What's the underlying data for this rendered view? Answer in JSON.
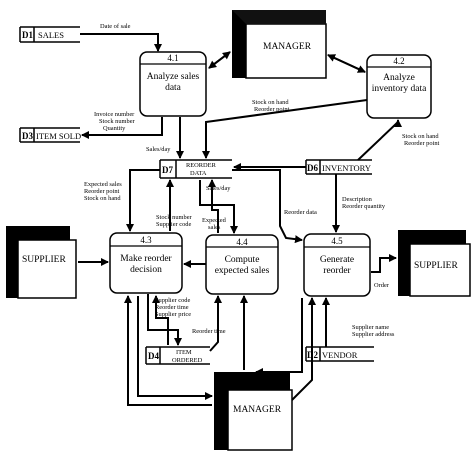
{
  "entities": {
    "manager_top": "MANAGER",
    "manager_bottom": "MANAGER",
    "supplier_left": "SUPPLIER",
    "supplier_right": "SUPPLIER"
  },
  "processes": {
    "p41": {
      "num": "4.1",
      "line1": "Analyze sales",
      "line2": "data"
    },
    "p42": {
      "num": "4.2",
      "line1": "Analyze",
      "line2": "inventory data"
    },
    "p43": {
      "num": "4.3",
      "line1": "Make reorder",
      "line2": "decision"
    },
    "p44": {
      "num": "4.4",
      "line1": "Compute",
      "line2": "expected sales"
    },
    "p45": {
      "num": "4.5",
      "line1": "Generate",
      "line2": "reorder"
    }
  },
  "stores": {
    "d1": {
      "id": "D1",
      "name": "SALES"
    },
    "d3": {
      "id": "D3",
      "name": "ITEM SOLD"
    },
    "d7": {
      "id": "D7",
      "name1": "REORDER",
      "name2": "DATA"
    },
    "d6": {
      "id": "D6",
      "name": "INVENTORY"
    },
    "d4": {
      "id": "D4",
      "name1": "ITEM",
      "name2": "ORDERED"
    },
    "d2": {
      "id": "D2",
      "name": "VENDOR"
    }
  },
  "flows": {
    "date_of_sale": "Date of sale",
    "invoice_number": "Invoice number",
    "stock_number": "Stock number",
    "quantity": "Quantity",
    "stock_on_hand_a": "Stock on hand",
    "reorder_point_a": "Reorder point",
    "stock_on_hand_b": "Stock on hand",
    "reorder_point_b": "Reorder point",
    "sales_day_a": "Sales/day",
    "sales_day_b": "Sales/day",
    "expected_sales": "Expected sales",
    "reorder_point_c": "Reorder point",
    "stock_on_hand_c": "Stock on hand",
    "stock_number_b": "Stock number",
    "supplier_code_a": "Supplier code",
    "expected": "Expected",
    "sales": "sales",
    "reorder_data": "Reorder data",
    "description": "Description",
    "reorder_quantity": "Reorder quantity",
    "order": "Order",
    "supplier_code_b": "Supplier code",
    "reorder_time_a": "Reorder time",
    "supplier_price": "Supplier price",
    "reorder_time_b": "Reorder time",
    "supplier_name": "Supplier name",
    "supplier_address": "Supplier address"
  }
}
